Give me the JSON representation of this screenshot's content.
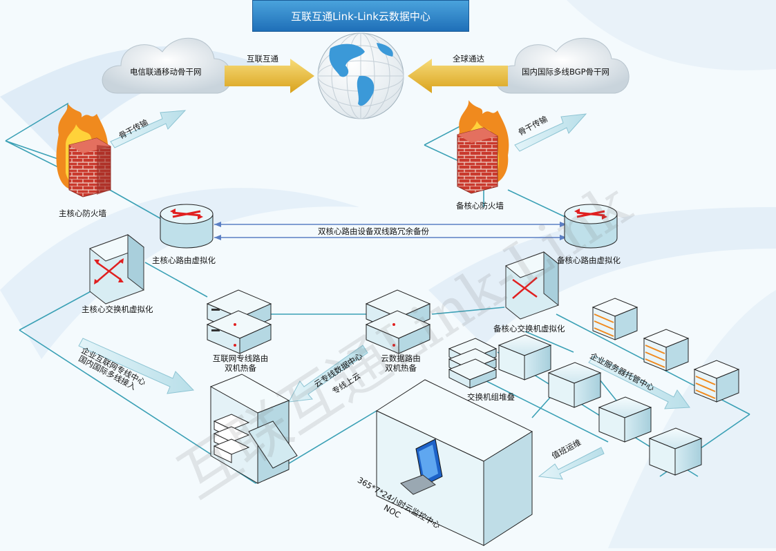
{
  "title": "互联互通Link-Link云数据中心",
  "watermark": "互联互通Link-Link",
  "clouds": {
    "left": "电信联通移动骨干网",
    "right": "国内国际多线BGP骨干网"
  },
  "arrows": {
    "left_to_globe": "互联互通",
    "right_to_globe": "全球通达",
    "backbone_left": "骨干传输",
    "backbone_right": "骨干传输",
    "core_link": "双核心路由设备双线路冗余备份",
    "enterprise_line_1": "企业互联网专线中心",
    "enterprise_line_2": "国内国际多线接入",
    "cloud_line_1": "云专线数据中心",
    "cloud_line_2": "专线上云",
    "hosting": "企业服务器托管中心",
    "ops": "值班运维"
  },
  "devices": {
    "main_firewall": "主核心防火墙",
    "backup_firewall": "备核心防火墙",
    "main_router": "主核心路由虚拟化",
    "backup_router": "备核心路由虚拟化",
    "main_switch": "主核心交换机虚拟化",
    "backup_switch": "备核心交换机虚拟化",
    "internet_router_1": "互联网专线路由",
    "internet_router_2": "双机热备",
    "cloud_router_1": "云数据路由",
    "cloud_router_2": "双机热备",
    "switch_stack": "交换机组堆叠",
    "noc_1": "365*7*24小时云监控中心",
    "noc_2": "NOC"
  },
  "colors": {
    "title_bg": "#2a7fc6",
    "link": "#3aa0b5",
    "gold_arrow": "#e8b83a",
    "device_face": "#cfe7ef"
  }
}
